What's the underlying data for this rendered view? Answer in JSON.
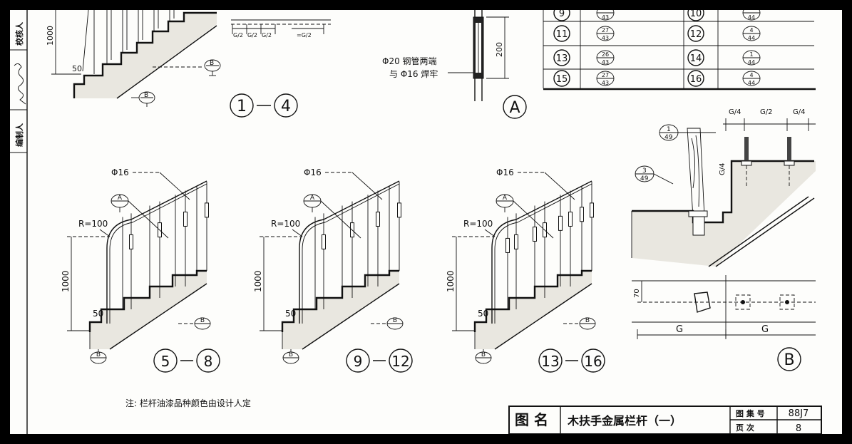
{
  "side_strip": {
    "checker": "校核人",
    "drafter": "编制人"
  },
  "table": {
    "rows": [
      {
        "a": "9",
        "a_frac": [
          "",
          "43"
        ],
        "b": "10",
        "b_frac": [
          "",
          "44"
        ]
      },
      {
        "a": "11",
        "a_frac": [
          "27",
          "43"
        ],
        "b": "12",
        "b_frac": [
          "4",
          "44"
        ]
      },
      {
        "a": "13",
        "a_frac": [
          "26",
          "43"
        ],
        "b": "14",
        "b_frac": [
          "1",
          "44"
        ]
      },
      {
        "a": "15",
        "a_frac": [
          "27",
          "43"
        ],
        "b": "16",
        "b_frac": [
          "4",
          "44"
        ]
      }
    ]
  },
  "top_left": {
    "dim_1000": "1000",
    "dim_50": "50",
    "tag_b": "B",
    "label_range": [
      "1",
      "4"
    ],
    "spacing_marks": [
      "G/2",
      "G/2",
      "G/2",
      "=G/2"
    ]
  },
  "detail_a": {
    "note_line1": "Φ20 钢管两端",
    "note_line2": "与 Φ16 焊牢",
    "dim_200": "200",
    "label": "A"
  },
  "stair_views": [
    {
      "phi": "Φ16",
      "radius": "R=100",
      "dim_1000": "1000",
      "dim_50": "50",
      "tag_a": "A",
      "tag_b": "B",
      "range": [
        "5",
        "8"
      ]
    },
    {
      "phi": "Φ16",
      "radius": "R=100",
      "dim_1000": "1000",
      "dim_50": "50",
      "tag_a": "A",
      "tag_b": "B",
      "range": [
        "9",
        "12"
      ]
    },
    {
      "phi": "Φ16",
      "radius": "R=100",
      "dim_1000": "1000",
      "dim_50": "50",
      "tag_a": "A",
      "tag_b": "B",
      "range": [
        "13",
        "16"
      ]
    }
  ],
  "detail_b": {
    "top_dims": [
      "G/4",
      "G/2",
      "G/4"
    ],
    "side_dim": "G/4",
    "ref_1": [
      "1",
      "49"
    ],
    "ref_3": [
      "3",
      "49"
    ],
    "dim_70": "70",
    "g_labels": [
      "G",
      "G"
    ],
    "label": "B"
  },
  "note": "注:  栏杆油漆品种颜色由设计人定",
  "title_block": {
    "name_label": "图 名",
    "title": "木扶手金属栏杆（一）",
    "atlas_label": "图 集 号",
    "atlas_value": "88J7",
    "page_label": "页    次",
    "page_value": "8"
  }
}
